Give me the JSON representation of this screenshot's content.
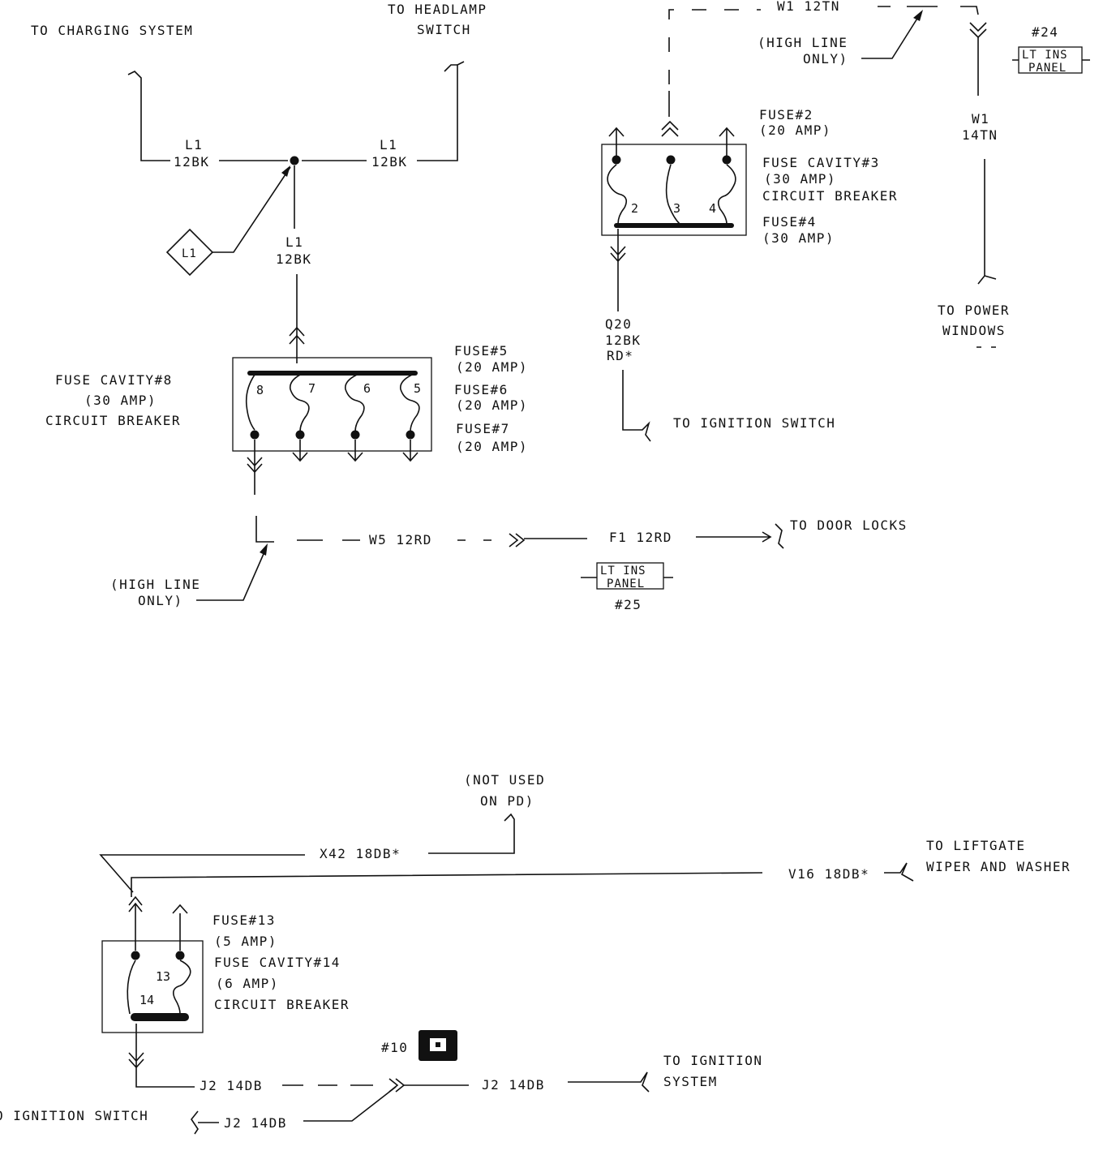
{
  "top_left": {
    "to_charging": "TO CHARGING SYSTEM",
    "to_headlamp_1": "TO HEADLAMP",
    "to_headlamp_2": "SWITCH",
    "wire_left_code": "L1",
    "wire_left_spec": "12BK",
    "wire_right_code": "L1",
    "wire_right_spec": "12BK",
    "wire_down_code": "L1",
    "wire_down_spec": "12BK",
    "splice_label": "L1"
  },
  "fuse_block_left": {
    "cavity_label_1": "FUSE CAVITY#8",
    "cavity_label_2": "(30 AMP)",
    "cavity_label_3": "CIRCUIT BREAKER",
    "fuse5_name": "FUSE#5",
    "fuse5_rating": "(20 AMP)",
    "fuse6_name": "FUSE#6",
    "fuse6_rating": "(20 AMP)",
    "fuse7_name": "FUSE#7",
    "fuse7_rating": "(20 AMP)",
    "pos_8": "8",
    "pos_7": "7",
    "pos_6": "6",
    "pos_5": "5"
  },
  "door_locks": {
    "high_line_1": "(HIGH LINE",
    "high_line_2": "ONLY)",
    "wire_w5": "W5 12RD",
    "wire_f1": "F1 12RD",
    "to_door_locks": "TO DOOR LOCKS",
    "connector_line1": "LT INS",
    "connector_line2": "PANEL",
    "connector_id": "#25"
  },
  "fuse_block_right": {
    "wire_top": "W1 12TN",
    "high_line_1": "(HIGH LINE",
    "high_line_2": "ONLY)",
    "fuse2_name": "FUSE#2",
    "fuse2_rating": "(20 AMP)",
    "cavity3_name": "FUSE CAVITY#3",
    "cavity3_rating": "(30 AMP)",
    "cavity3_type": "CIRCUIT BREAKER",
    "fuse4_name": "FUSE#4",
    "fuse4_rating": "(30 AMP)",
    "pos_2": "2",
    "pos_3": "3",
    "pos_4": "4",
    "wire_q20_1": "Q20",
    "wire_q20_2": "12BK",
    "wire_q20_3": "RD*",
    "to_ignition": "TO IGNITION SWITCH"
  },
  "power_windows": {
    "connector_id": "#24",
    "connector_line1": "LT INS",
    "connector_line2": "PANEL",
    "wire_code": "W1",
    "wire_spec": "14TN",
    "to_power_1": "TO POWER",
    "to_power_2": "WINDOWS"
  },
  "bottom": {
    "not_used_1": "(NOT USED",
    "not_used_2": "ON PD)",
    "wire_x42": "X42 18DB*",
    "wire_v16": "V16 18DB*",
    "to_liftgate_1": "TO LIFTGATE",
    "to_liftgate_2": "WIPER AND WASHER",
    "fuse13_name": "FUSE#13",
    "fuse13_rating": "(5 AMP)",
    "cavity14_name": "FUSE CAVITY#14",
    "cavity14_rating": "(6 AMP)",
    "cavity14_type": "CIRCUIT BREAKER",
    "pos_13": "13",
    "pos_14": "14",
    "connector_id": "#10",
    "wire_j2_a": "J2 14DB",
    "wire_j2_b": "J2 14DB",
    "wire_j2_c": "J2 14DB",
    "to_ign_sys_1": "TO IGNITION",
    "to_ign_sys_2": "SYSTEM",
    "to_ign_switch": "O IGNITION SWITCH"
  }
}
